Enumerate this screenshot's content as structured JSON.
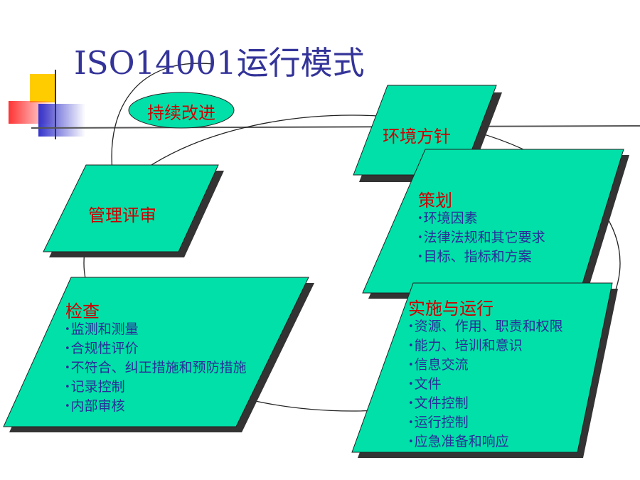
{
  "title": "ISO14001运行模式",
  "cycle_label": "持续改进",
  "boxes": {
    "policy": {
      "title": "环境方针"
    },
    "review": {
      "title": "管理评审"
    },
    "planning": {
      "title": "策划",
      "items": [
        "环境因素",
        "法律法规和其它要求",
        "目标、指标和方案"
      ]
    },
    "implementation": {
      "title": "实施与运行",
      "items": [
        "资源、作用、职责和权限",
        "能力、培训和意识",
        "信息交流",
        "文件",
        "文件控制",
        "运行控制",
        "应急准备和响应"
      ]
    },
    "checking": {
      "title": "检查",
      "items": [
        "监测和测量",
        "合规性评价",
        "不符合、纠正措施和预防措施",
        "记录控制",
        "内部审核"
      ]
    }
  },
  "colors": {
    "box_fill": "#00e0a8",
    "box_shadow": "#333333",
    "title_color": "#333399",
    "heading_red": "#cc0000",
    "item_blue": "#2b2b99",
    "decor_yellow": "#ffcc00",
    "decor_blue": "#3333cc",
    "decor_red": "#ff3333"
  }
}
